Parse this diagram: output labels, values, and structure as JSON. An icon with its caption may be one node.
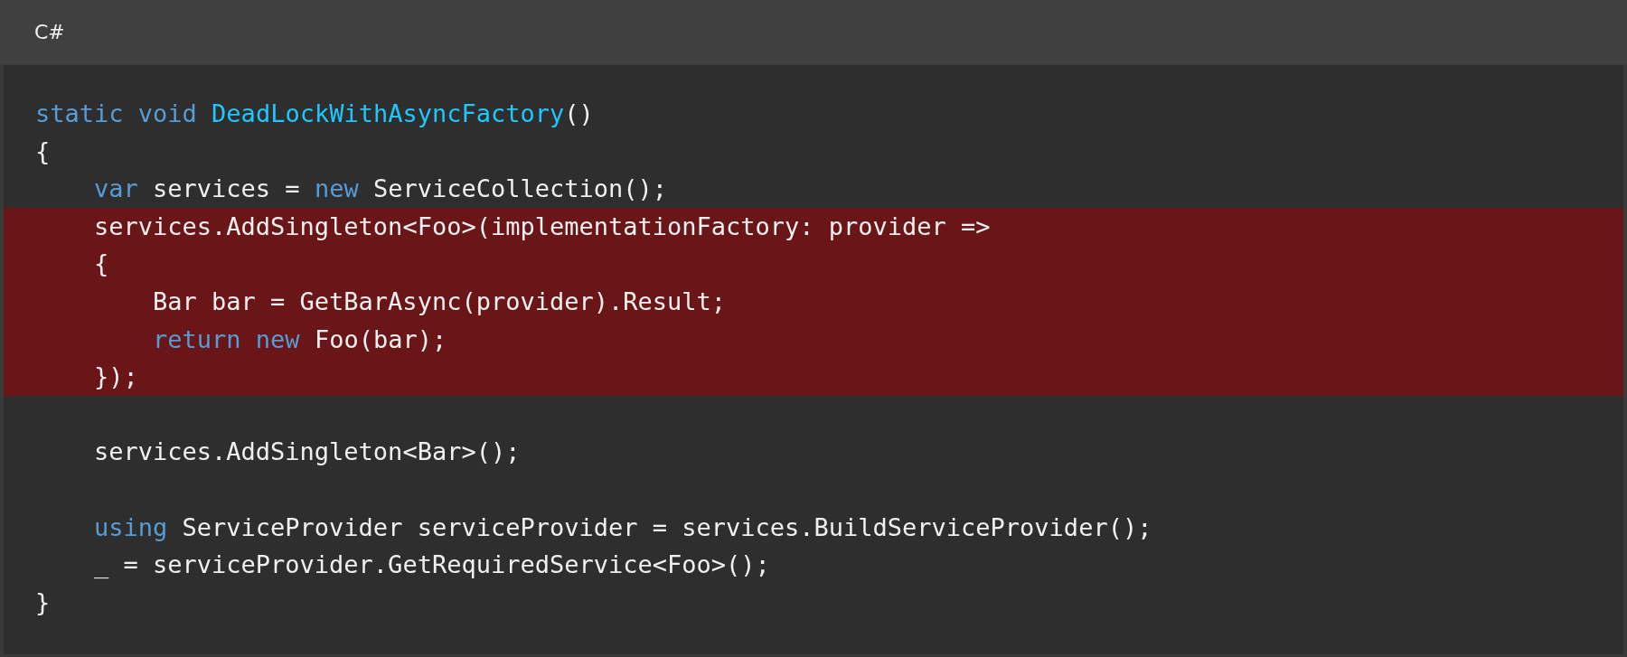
{
  "diagram": {
    "labels": [
      "C#",
      "static void DeadLockWithAsyncFactory()",
      "{",
      "var services = new ServiceCollection();",
      "services.AddSingleton<Foo>(implementationFactory: provider =>",
      "{",
      "Bar bar = GetBarAsync(provider).Result;",
      "return new Foo(bar);",
      "});",
      "services.AddSingleton<Bar>();",
      "using ServiceProvider serviceProvider = services.BuildServiceProvider();",
      "_ = serviceProvider.GetRequiredService<Foo>();",
      "}"
    ]
  }
}
